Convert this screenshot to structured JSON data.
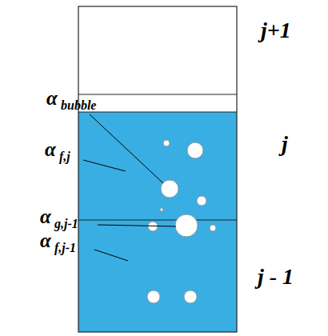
{
  "diagram": {
    "labels": [
      "α",
      "bubble",
      "α",
      "f,j",
      "α",
      "g,j-1",
      "α",
      "f,j-1",
      "j+1",
      "j",
      "j - 1"
    ]
  }
}
